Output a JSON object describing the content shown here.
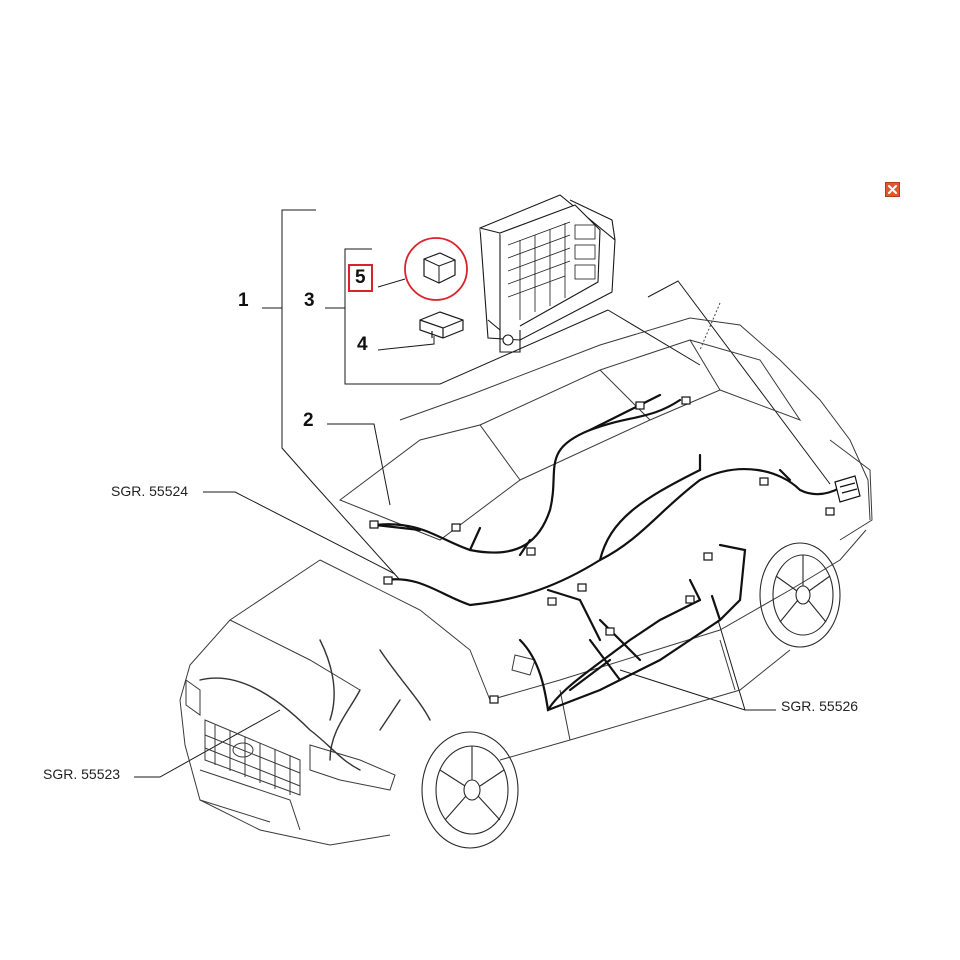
{
  "callouts": {
    "c1": "1",
    "c2": "2",
    "c3": "3",
    "c4": "4",
    "c5": "5"
  },
  "groups": {
    "sgr_55524": "SGR. 55524",
    "sgr_55523": "SGR. 55523",
    "sgr_55526": "SGR. 55526"
  },
  "close_icon": "close-icon",
  "colors": {
    "line": "#1a1a1a",
    "highlight": "#d8232a",
    "close_bg": "#e4572e"
  }
}
